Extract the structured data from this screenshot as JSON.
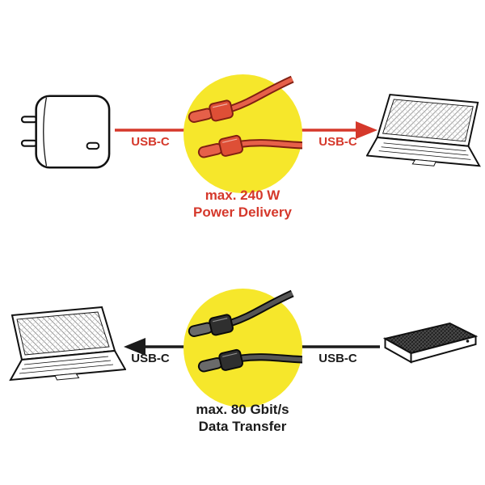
{
  "colors": {
    "highlight_yellow": "#F6E72B",
    "accent_red": "#D5382B",
    "text_black": "#1B1B1B"
  },
  "top_section": {
    "left_device": "power-adapter",
    "right_device": "laptop",
    "cable_color": "red",
    "arrow_direction": "right",
    "left_label": "USB-C",
    "right_label": "USB-C",
    "caption_line1": "max. 240 W",
    "caption_line2": "Power Delivery"
  },
  "bottom_section": {
    "left_device": "laptop",
    "right_device": "external-drive",
    "cable_color": "black",
    "arrow_direction": "left",
    "left_label": "USB-C",
    "right_label": "USB-C",
    "caption_line1": "max. 80 Gbit/s",
    "caption_line2": "Data Transfer"
  }
}
